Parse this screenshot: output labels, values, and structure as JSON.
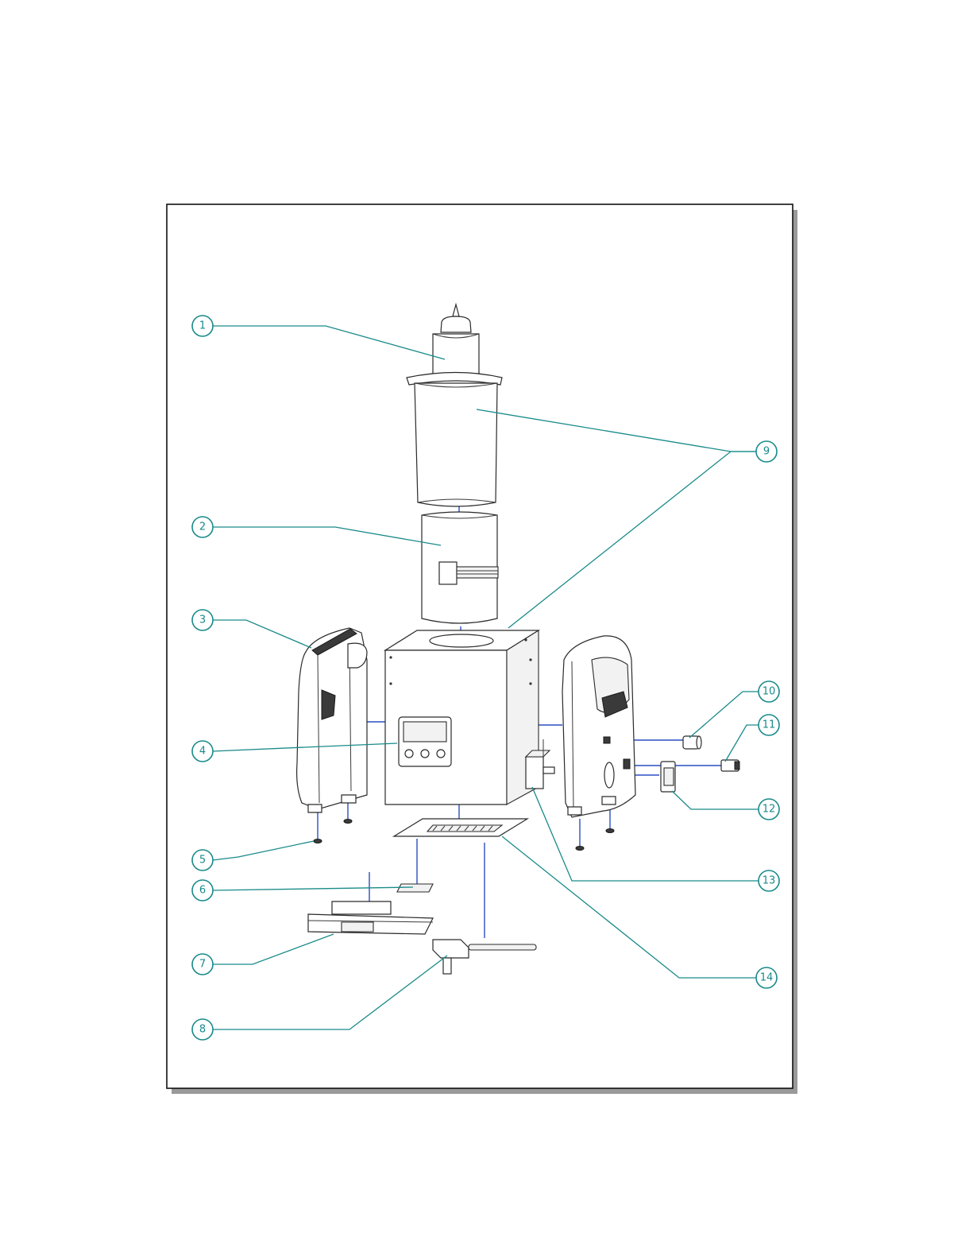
{
  "diagram": {
    "callouts": [
      {
        "number": "1",
        "part": "bottle"
      },
      {
        "number": "2",
        "part": "heating-sleeve"
      },
      {
        "number": "3",
        "part": "left-side-cover"
      },
      {
        "number": "4",
        "part": "control-panel"
      },
      {
        "number": "5",
        "part": "feet"
      },
      {
        "number": "6",
        "part": "small-plate"
      },
      {
        "number": "7",
        "part": "base-bracket"
      },
      {
        "number": "8",
        "part": "power-cord-plug"
      },
      {
        "number": "9",
        "part": "outer-cylinder-and-housing"
      },
      {
        "number": "10",
        "part": "cap-knob"
      },
      {
        "number": "11",
        "part": "connector"
      },
      {
        "number": "12",
        "part": "switch"
      },
      {
        "number": "13",
        "part": "side-module"
      },
      {
        "number": "14",
        "part": "bottom-grille-plate"
      }
    ]
  },
  "colors": {
    "callout": "#1a8a8a",
    "assembly_lines": "#2b4fc0",
    "outline": "#2a2a2a",
    "frame_shadow": "#9a9a9a"
  }
}
